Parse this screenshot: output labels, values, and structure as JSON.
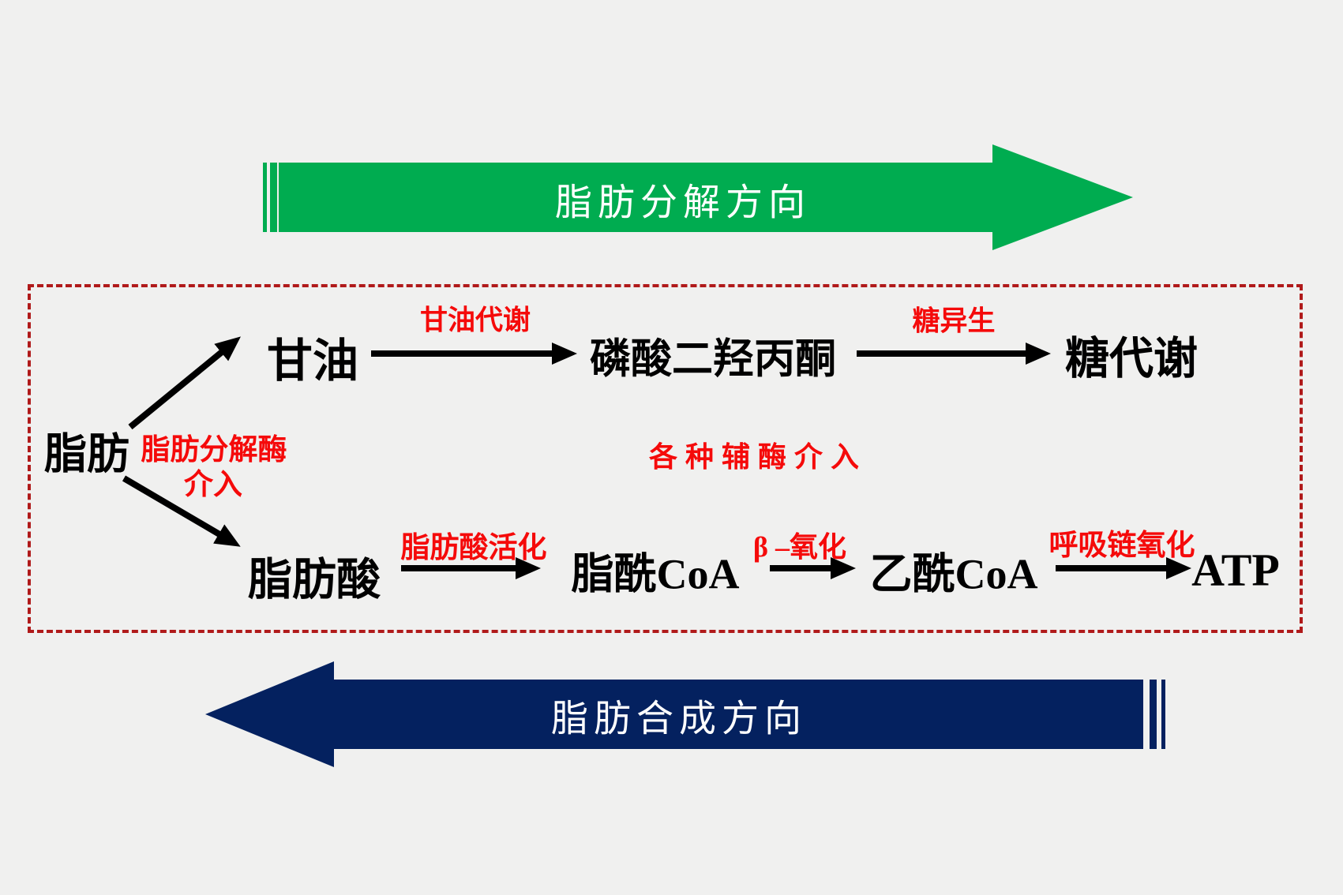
{
  "diagram_title_semantic": "fat metabolism pathway",
  "colors": {
    "background": "#f0f0ef",
    "decompose_banner_green": "#00ac50",
    "synthesize_banner_navy": "#04215f",
    "pathway_box_border_red": "#b01a1a",
    "enzyme_label_red": "#f50a0a",
    "node_text_black": "#000000",
    "banner_text_white": "#ffffff"
  },
  "banners": {
    "decompose": {
      "label": "脂肪分解方向",
      "direction": "right"
    },
    "synthesize": {
      "label": "脂肪合成方向",
      "direction": "left"
    }
  },
  "nodes": {
    "fat": "脂肪",
    "glycerol": "甘油",
    "dhap": "磷酸二羟丙酮",
    "sugar_metabolism": "糖代谢",
    "fatty_acid": "脂肪酸",
    "fatty_acyl_coa": "脂酰CoA",
    "acetyl_coa": "乙酰CoA",
    "atp": "ATP"
  },
  "labels": {
    "lipase_line1": "脂肪分解酶",
    "lipase_line2": "介入",
    "glycerol_metabolism": "甘油代谢",
    "gluconeogenesis": "糖异生",
    "coenzymes": "各种辅酶介入",
    "fatty_acid_activation": "脂肪酸活化",
    "beta_oxidation": "β –氧化",
    "respiratory_chain_oxidation": "呼吸链氧化"
  },
  "edges": [
    {
      "from": "脂肪",
      "to": "甘油",
      "via": "脂肪分解酶介入"
    },
    {
      "from": "脂肪",
      "to": "脂肪酸",
      "via": "脂肪分解酶介入"
    },
    {
      "from": "甘油",
      "to": "磷酸二羟丙酮",
      "via": "甘油代谢"
    },
    {
      "from": "磷酸二羟丙酮",
      "to": "糖代谢",
      "via": "糖异生"
    },
    {
      "from": "脂肪酸",
      "to": "脂酰CoA",
      "via": "脂肪酸活化"
    },
    {
      "from": "脂酰CoA",
      "to": "乙酰CoA",
      "via": "β –氧化"
    },
    {
      "from": "乙酰CoA",
      "to": "ATP",
      "via": "呼吸链氧化"
    }
  ]
}
